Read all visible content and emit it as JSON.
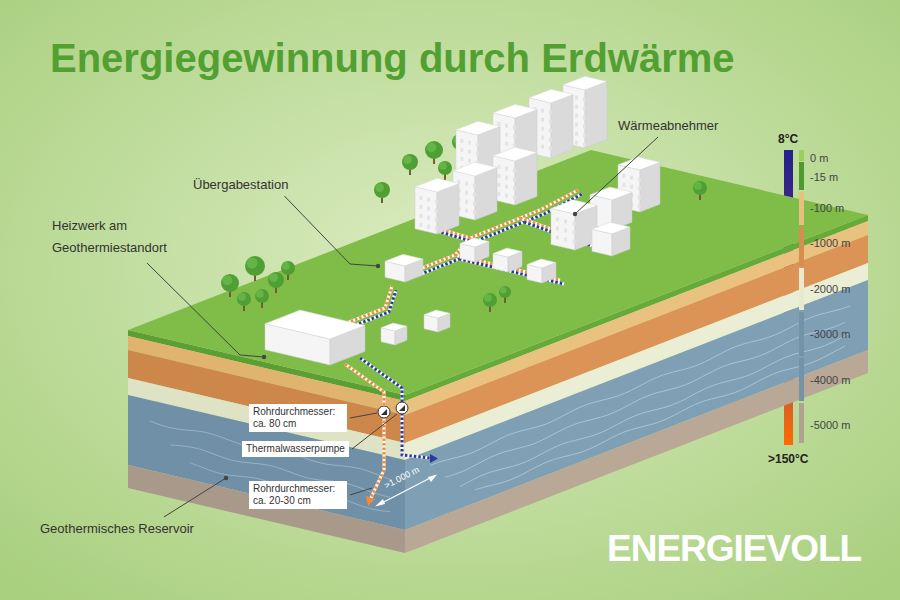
{
  "diagram": {
    "title": "Energiegewinnung durch Erdwärme",
    "nodes": [
      {
        "text": [
          "Rohrdurchmesser: ca. 80 cm"
        ]
      },
      {
        "text": [
          "Thermalwasserpumpe"
        ]
      },
      {
        "text": [
          "Rohrdurchmesser: ca. 20-30 cm"
        ]
      }
    ],
    "labels": [
      "Wärmeabnehmer",
      "Übergabestation",
      "Heizwerk am Geothermiestandort",
      "Geothermisches Reservoir",
      ">1.000 m",
      "8°C",
      ">150°C",
      "ENERGIEVOLL"
    ],
    "legend": [
      {
        "text": "0 m",
        "color": "#9ccf5a"
      },
      {
        "text": "-15 m",
        "color": "#4f9a30"
      },
      {
        "text": "-100 m",
        "color": "#e8c07c"
      },
      {
        "text": "-1000 m",
        "color": "#d68d50"
      },
      {
        "text": "-2000 m",
        "color": "#e6ebd0"
      },
      {
        "text": "-3000 m",
        "color": "#7393a8"
      },
      {
        "text": "-4000 m",
        "color": "#7393a8"
      },
      {
        "text": "-5000 m",
        "color": "#b3a18f"
      }
    ]
  }
}
